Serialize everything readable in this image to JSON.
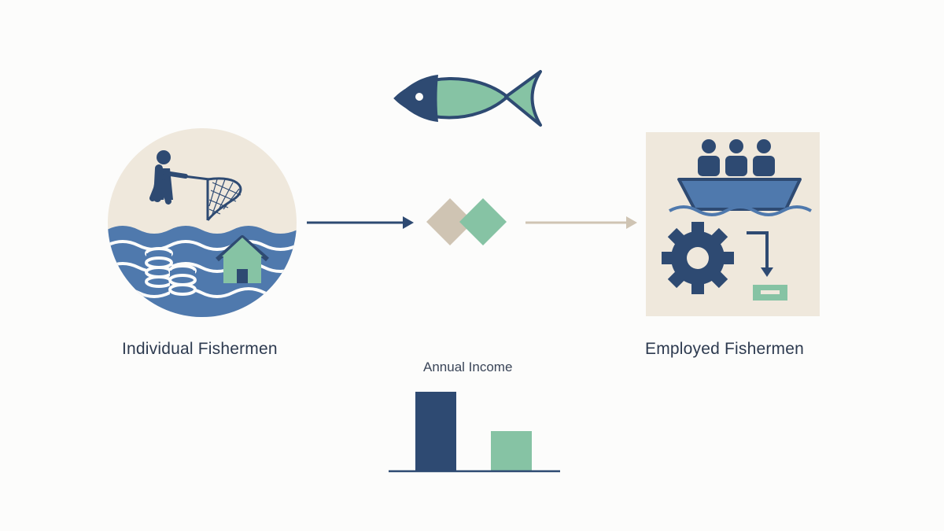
{
  "left": {
    "label": "Individual Fishermen"
  },
  "right": {
    "label": "Employed Fishermen"
  },
  "chart_data": {
    "type": "bar",
    "title": "Annual Income",
    "categories": [
      "Individual Fishermen",
      "Employed Fishermen"
    ],
    "values": [
      100,
      50
    ],
    "ylim": [
      0,
      100
    ],
    "colors": [
      "#2e4a72",
      "#86c3a4"
    ]
  },
  "colors": {
    "navy": "#2e4a72",
    "mint": "#86c3a4",
    "beige": "#efe8dc",
    "sand": "#cfc4b3",
    "water": "#4f79ad"
  }
}
